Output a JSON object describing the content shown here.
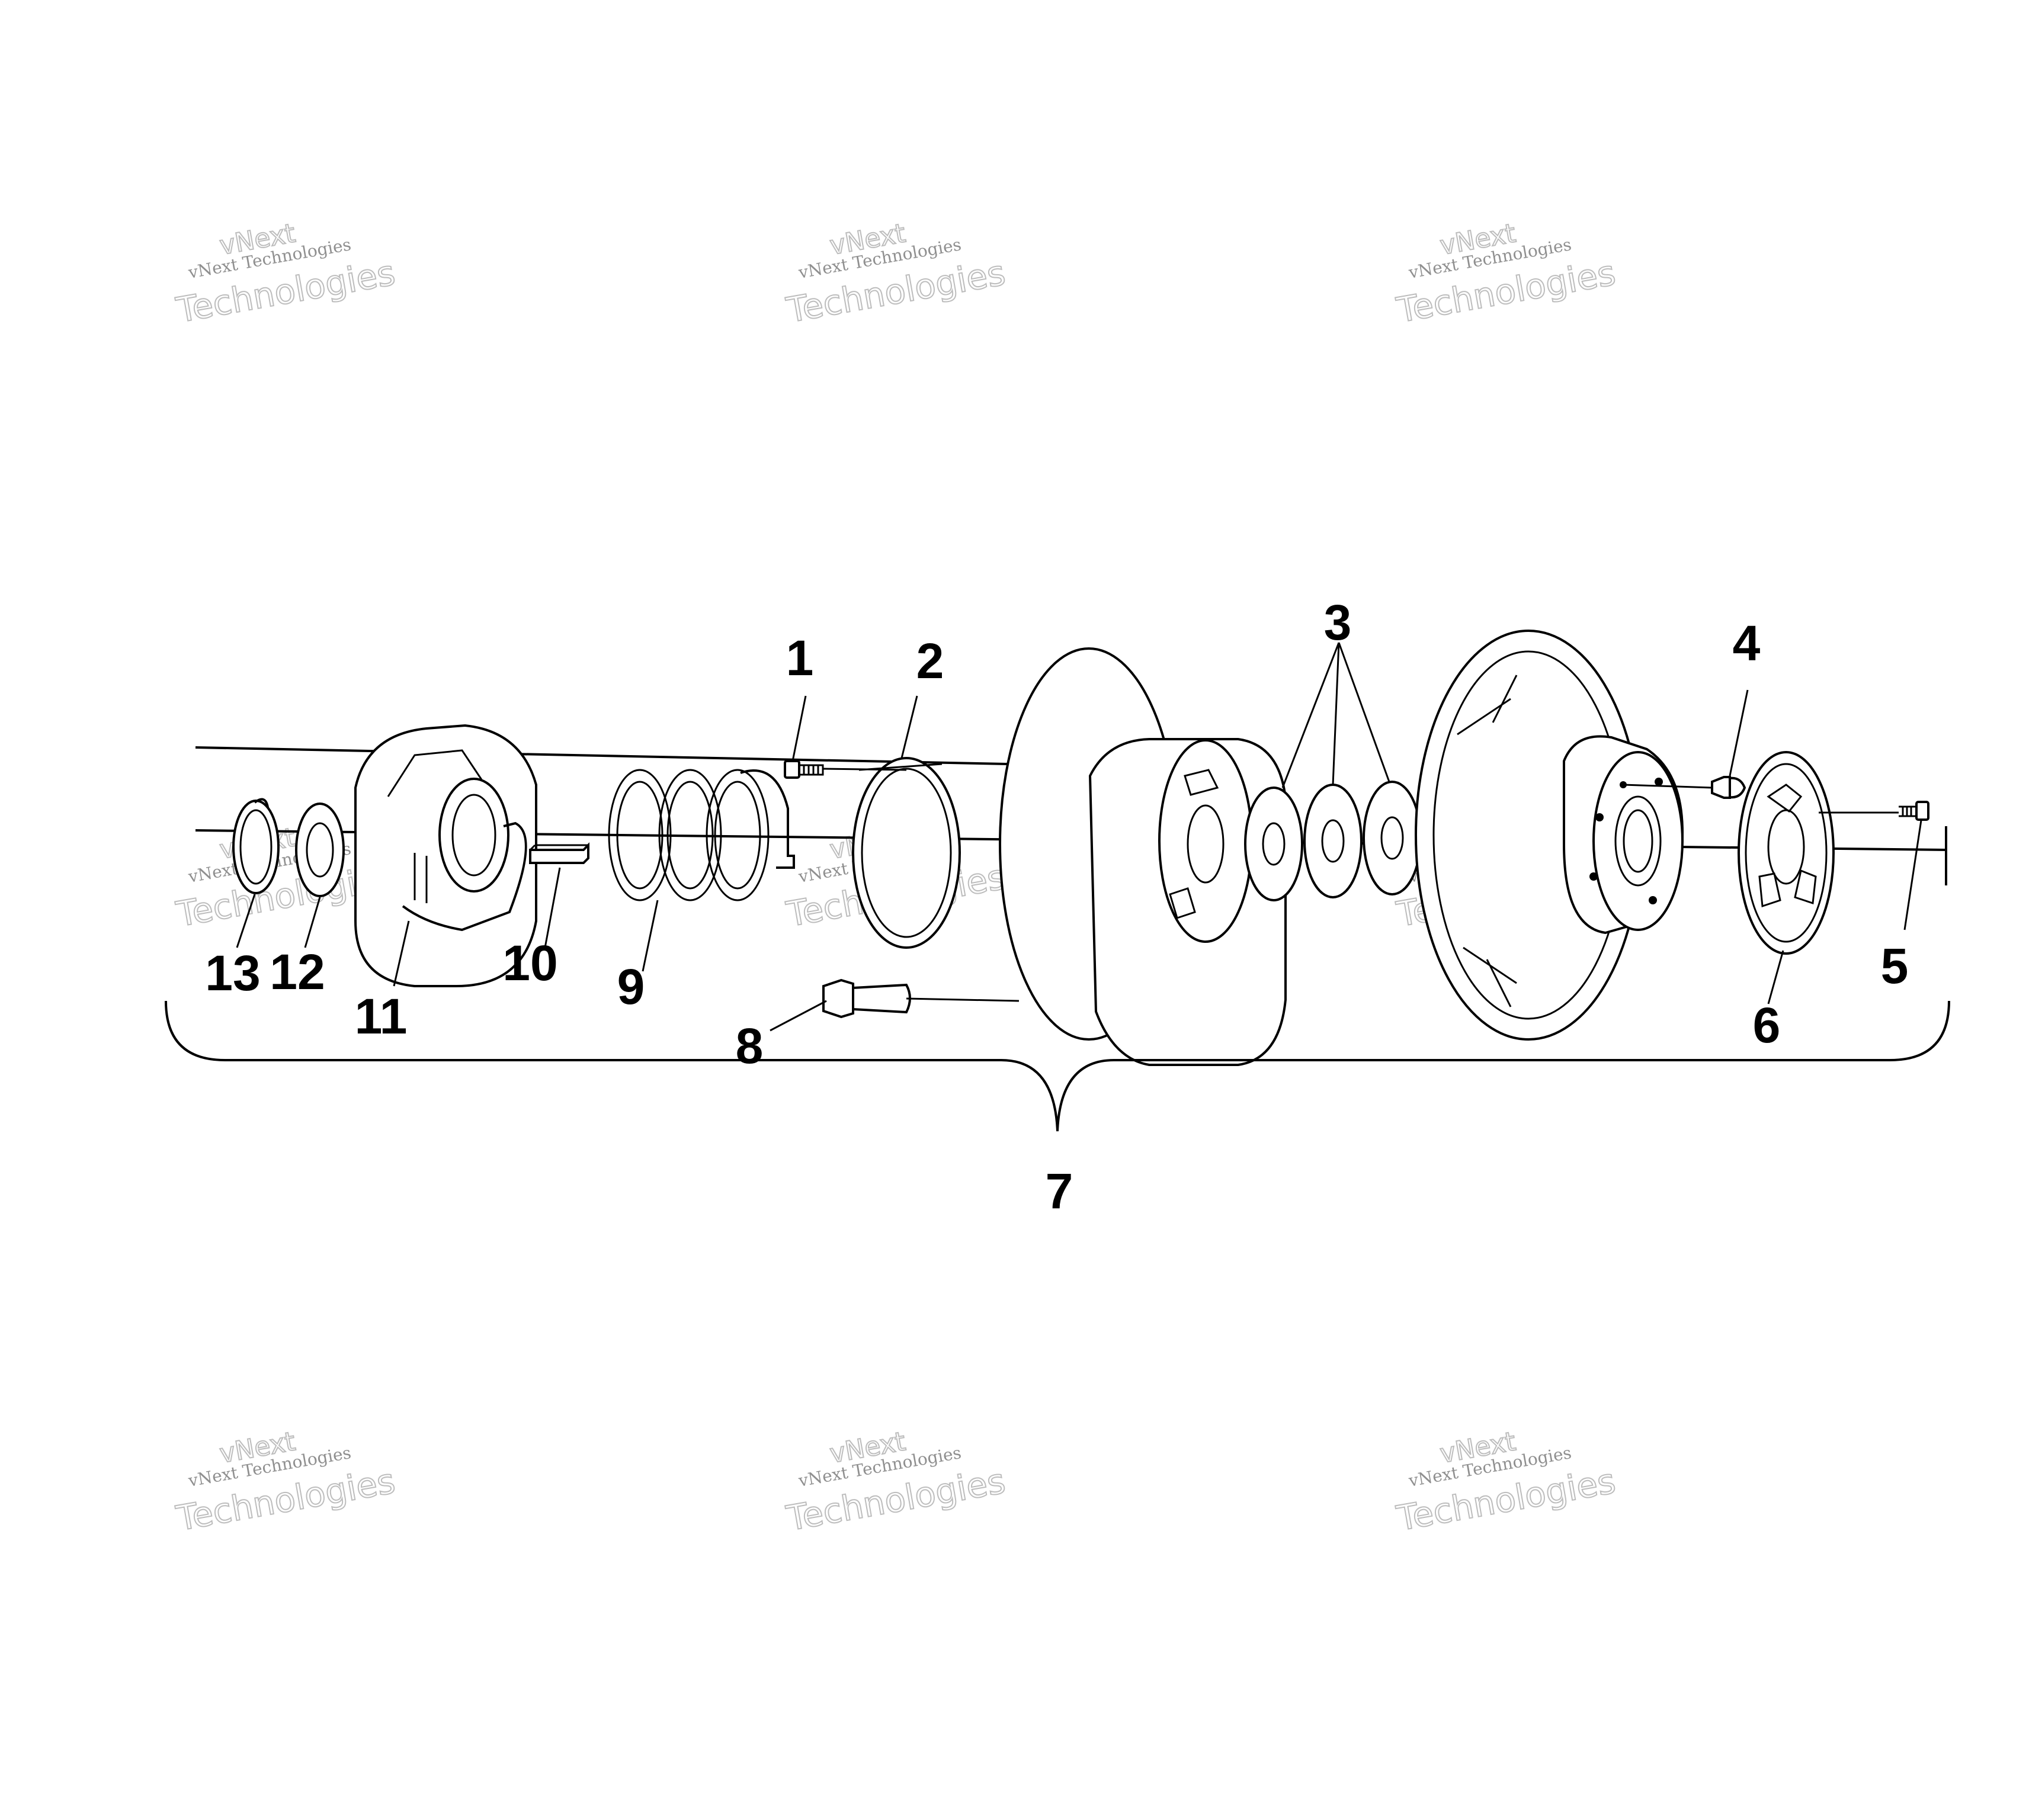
{
  "diagram": {
    "type": "exploded-parts-view",
    "colors": {
      "line": "#000000",
      "background": "#ffffff",
      "watermark": "#9a9a9a"
    },
    "callouts": [
      {
        "id": "c1",
        "label": "1"
      },
      {
        "id": "c2",
        "label": "2"
      },
      {
        "id": "c3",
        "label": "3"
      },
      {
        "id": "c4",
        "label": "4"
      },
      {
        "id": "c5",
        "label": "5"
      },
      {
        "id": "c6",
        "label": "6"
      },
      {
        "id": "c7",
        "label": "7"
      },
      {
        "id": "c8",
        "label": "8"
      },
      {
        "id": "c9",
        "label": "9"
      },
      {
        "id": "c10",
        "label": "10"
      },
      {
        "id": "c11",
        "label": "11"
      },
      {
        "id": "c12",
        "label": "12"
      },
      {
        "id": "c13",
        "label": "13"
      }
    ],
    "watermark": {
      "line1": "vNext",
      "line2": "vNext Technologies",
      "line3": "Technologies"
    }
  }
}
